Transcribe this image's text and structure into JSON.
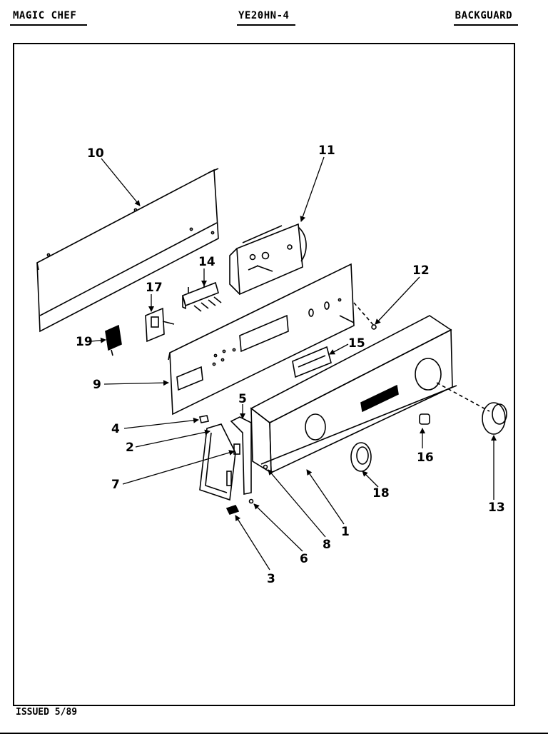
{
  "header": {
    "brand": "MAGIC CHEF",
    "model": "YE20HN-4",
    "section": "BACKGUARD"
  },
  "footer": {
    "issued": "ISSUED 5/89"
  },
  "callouts": {
    "c1": "1",
    "c2": "2",
    "c3": "3",
    "c4": "4",
    "c5": "5",
    "c6": "6",
    "c7": "7",
    "c8": "8",
    "c9": "9",
    "c10": "10",
    "c11": "11",
    "c12": "12",
    "c13": "13",
    "c14": "14",
    "c15": "15",
    "c16": "16",
    "c17": "17",
    "c18": "18",
    "c19": "19"
  }
}
